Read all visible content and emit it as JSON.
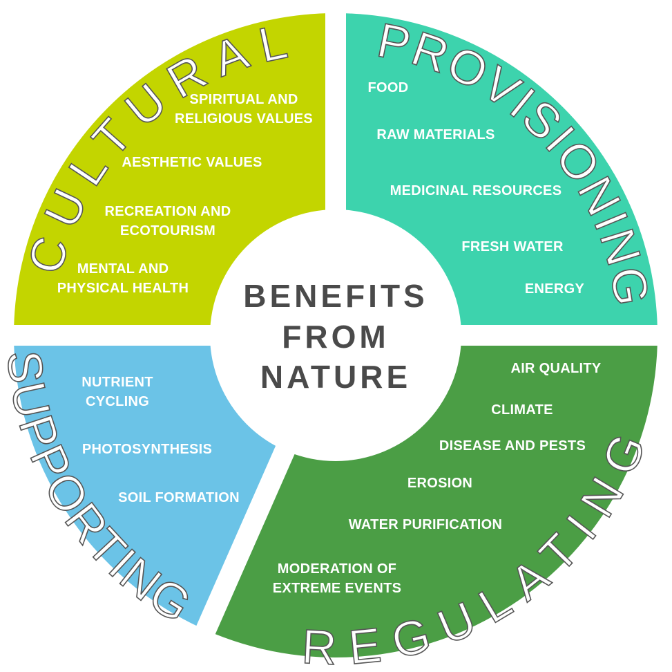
{
  "center": {
    "lines": [
      "BENEFITS",
      "FROM",
      "NATURE"
    ]
  },
  "colors": {
    "cultural": "#c3d500",
    "provisioning": "#3dd3ad",
    "regulating": "#4b9e45",
    "supporting": "#6bc3e7",
    "center_text": "#4a4a4a"
  },
  "sections": {
    "cultural": {
      "title": "CULTURAL",
      "items": [
        "SPIRITUAL AND\nRELIGIOUS VALUES",
        "AESTHETIC VALUES",
        "RECREATION AND\nECOTOURISM",
        "MENTAL AND\nPHYSICAL HEALTH"
      ]
    },
    "provisioning": {
      "title": "PROVISIONING",
      "items": [
        "FOOD",
        "RAW MATERIALS",
        "MEDICINAL RESOURCES",
        "FRESH WATER",
        "ENERGY"
      ]
    },
    "regulating": {
      "title": "REGULATING",
      "items": [
        "AIR QUALITY",
        "CLIMATE",
        "DISEASE AND PESTS",
        "EROSION",
        "WATER PURIFICATION",
        "MODERATION OF\nEXTREME EVENTS"
      ]
    },
    "supporting": {
      "title": "SUPPORTING",
      "items": [
        "NUTRIENT\nCYCLING",
        "PHOTOSYNTHESIS",
        "SOIL FORMATION"
      ]
    }
  }
}
